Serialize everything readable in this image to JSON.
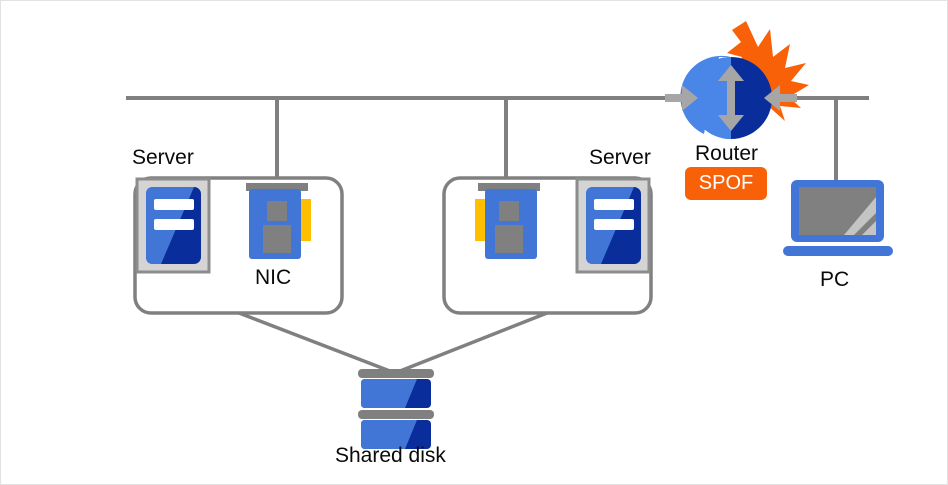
{
  "diagram": {
    "title": "Network redundancy diagram with SPOF router",
    "background_color": "#ffffff",
    "border_color": "#e2e2e2",
    "line_color": "#808080",
    "accent_orange": "#f96108",
    "blue_light": "#4175d6",
    "blue_dark": "#0a2d9c",
    "gray_icon": "#808080",
    "yellow": "#ffbe00",
    "labels": {
      "server_left": "Server",
      "nic_left": "NIC",
      "server_right": "Server",
      "router": "Router",
      "pc": "PC",
      "shared_disk": "Shared disk",
      "spof": "SPOF"
    },
    "nodes": [
      {
        "name": "server-left",
        "label": "Server",
        "contains": [
          "server-icon",
          "nic-icon"
        ]
      },
      {
        "name": "server-right",
        "label": "Server",
        "contains": [
          "nic-icon",
          "server-icon"
        ]
      },
      {
        "name": "router",
        "label": "Router",
        "status": "SPOF"
      },
      {
        "name": "pc",
        "label": "PC"
      },
      {
        "name": "shared-disk",
        "label": "Shared disk"
      }
    ],
    "links": [
      {
        "from": "backbone",
        "to": "server-left-nic"
      },
      {
        "from": "backbone",
        "to": "server-right-nic"
      },
      {
        "from": "backbone",
        "to": "router"
      },
      {
        "from": "backbone",
        "to": "pc"
      },
      {
        "from": "server-left",
        "to": "shared-disk"
      },
      {
        "from": "server-right",
        "to": "shared-disk"
      }
    ]
  }
}
